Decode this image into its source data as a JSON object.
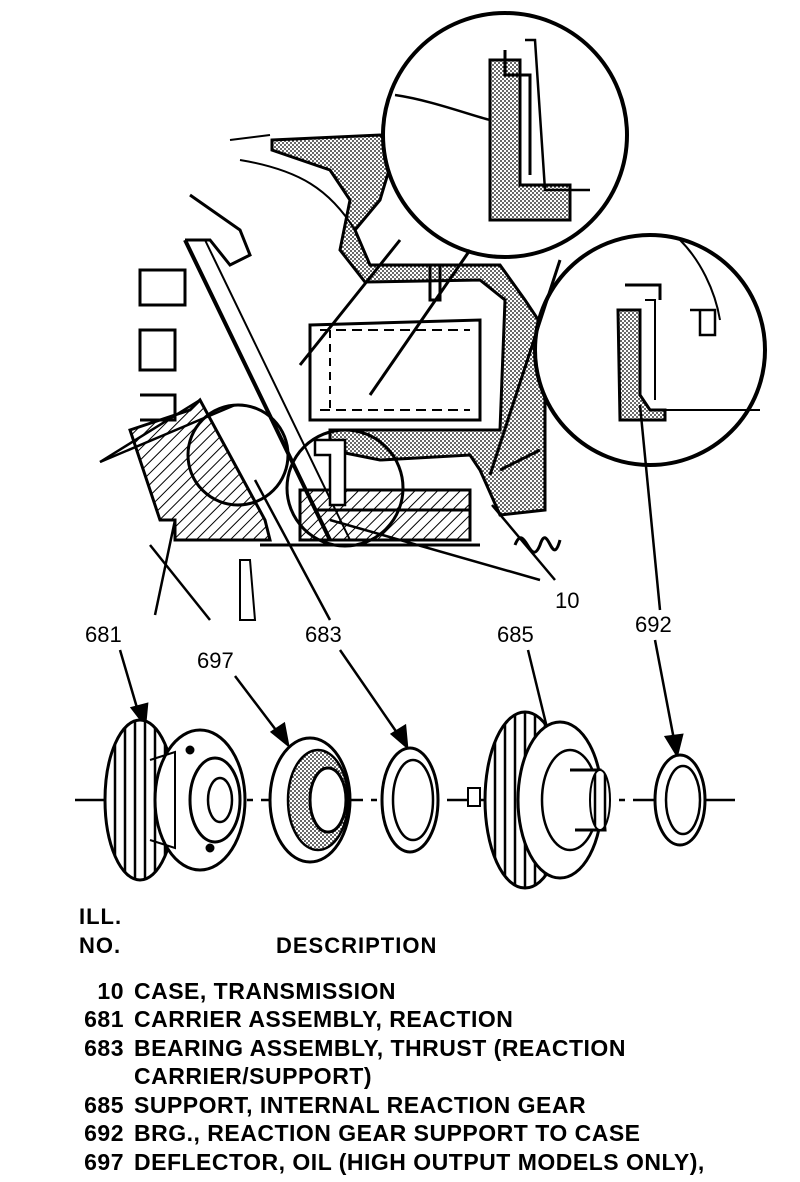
{
  "callouts": {
    "c10": "10",
    "c681": "681",
    "c697": "697",
    "c683": "683",
    "c685": "685",
    "c692": "692"
  },
  "legend": {
    "header_ill": "ILL.",
    "header_no": "NO.",
    "header_description": "DESCRIPTION",
    "rows": [
      {
        "no": "10",
        "desc": "CASE, TRANSMISSION"
      },
      {
        "no": "681",
        "desc": "CARRIER ASSEMBLY, REACTION"
      },
      {
        "no": "683",
        "desc": "BEARING ASSEMBLY, THRUST (REACTION"
      },
      {
        "no": "",
        "desc": "CARRIER/SUPPORT)"
      },
      {
        "no": "685",
        "desc": "SUPPORT, INTERNAL REACTION GEAR"
      },
      {
        "no": "692",
        "desc": "BRG., REACTION GEAR SUPPORT TO CASE"
      },
      {
        "no": "697",
        "desc": "DEFLECTOR, OIL (HIGH OUTPUT MODELS ONLY),"
      }
    ]
  }
}
